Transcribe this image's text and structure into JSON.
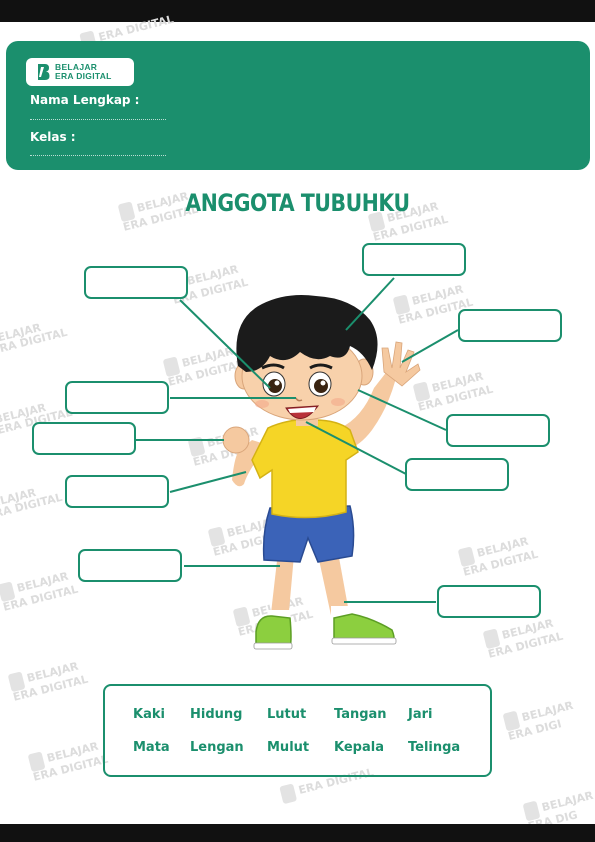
{
  "header": {
    "brand_line1": "BELAJAR",
    "brand_line2": "ERA DIGITAL",
    "name_label": "Nama Lengkap :",
    "class_label": "Kelas :"
  },
  "title": "ANGGOTA TUBUHKU",
  "word_bank": {
    "row1": [
      "Kaki",
      "Hidung",
      "Lutut",
      "Tangan",
      "Jari"
    ],
    "row2": [
      "Mata",
      "Lengan",
      "Mulut",
      "Kepala",
      "Telinga"
    ]
  },
  "watermark": "BELAJAR ERA DIGITAL",
  "colors": {
    "brand_green": "#1b8f6d",
    "shirt": "#f5d526",
    "shorts": "#3b63b8",
    "shoes": "#8ccf3f"
  }
}
